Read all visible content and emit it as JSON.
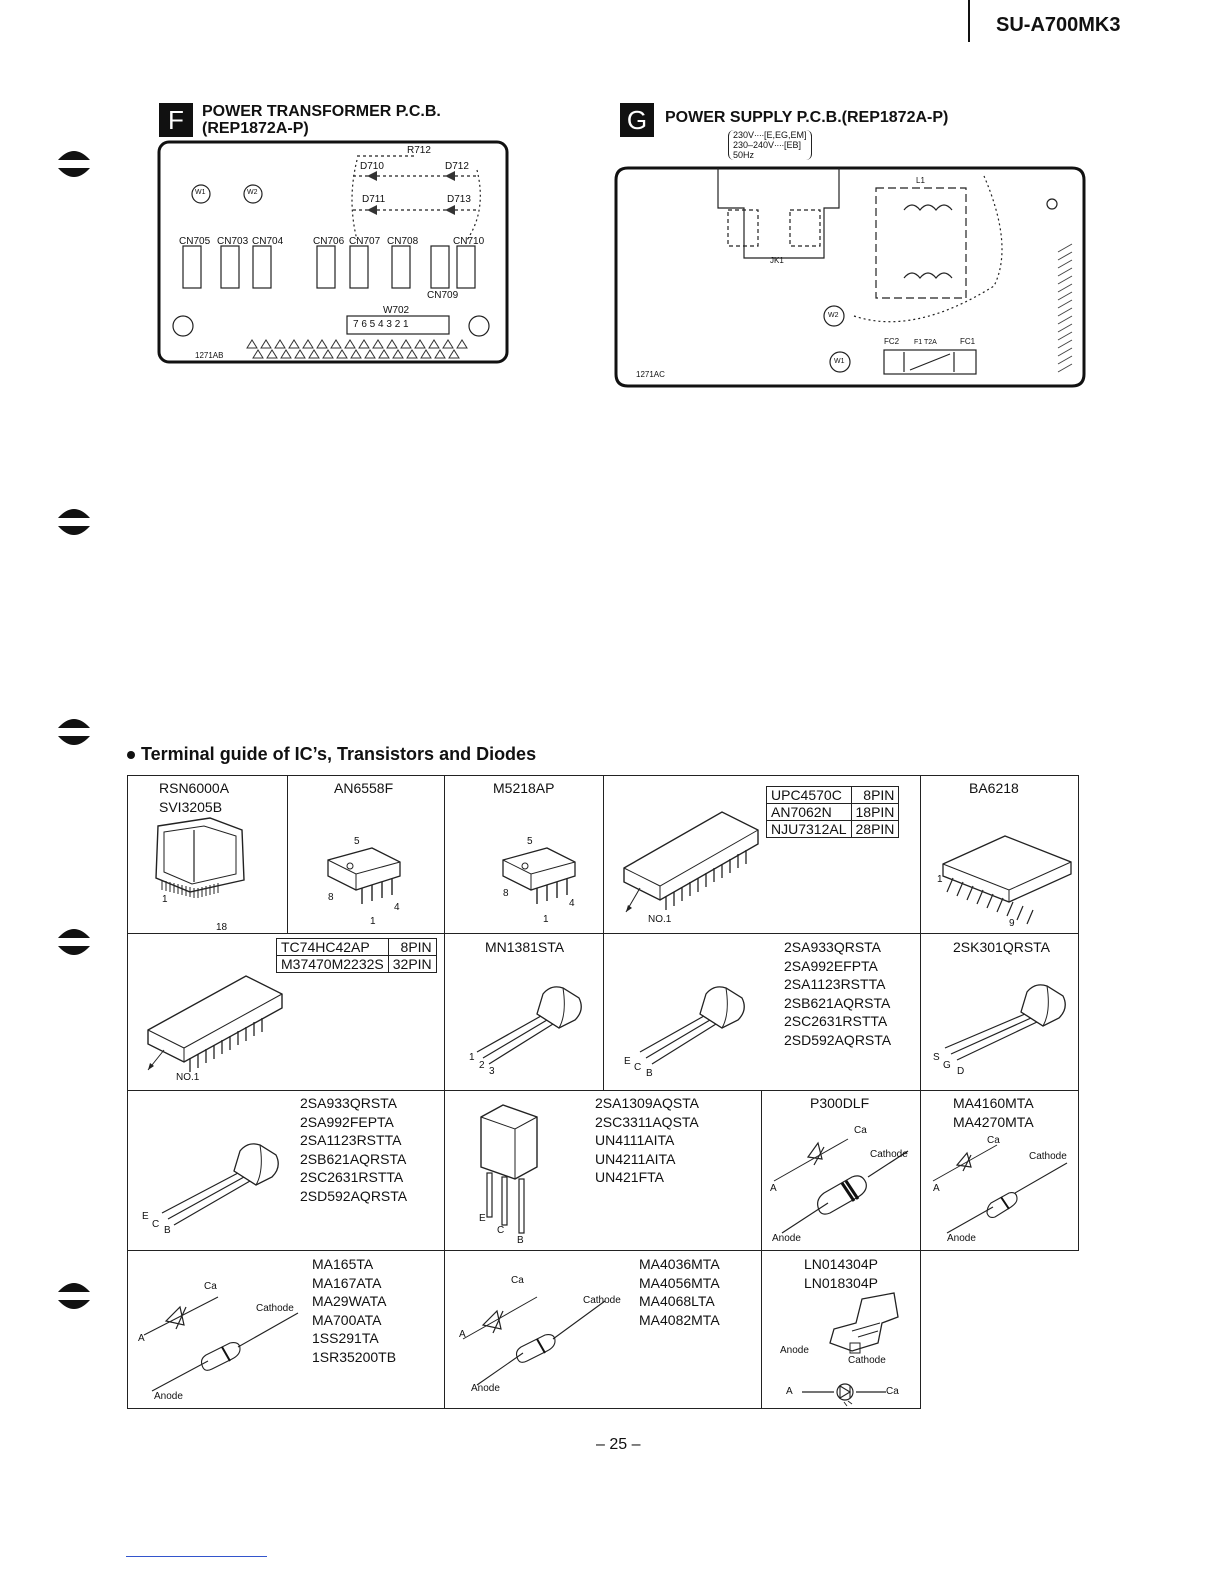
{
  "header": {
    "model": "SU-A700MK3"
  },
  "section_f": {
    "letter": "F",
    "title_line1": "POWER TRANSFORMER P.C.B.",
    "title_line2": "(REP1872A-P)",
    "pcb_code": "1271AB",
    "labels": {
      "r712": "R712",
      "d710": "D710",
      "d712": "D712",
      "d711": "D711",
      "d713": "D713",
      "w1": "W1",
      "w2": "W2",
      "cn705": "CN705",
      "cn703": "CN703",
      "cn704": "CN704",
      "cn706": "CN706",
      "cn707": "CN707",
      "cn708": "CN708",
      "cn710": "CN710",
      "cn709": "CN709",
      "w702": "W702",
      "w702_pins": "7  6  5  4  3  2  1"
    }
  },
  "section_g": {
    "letter": "G",
    "title": "POWER SUPPLY P.C.B.(REP1872A-P)",
    "voltage_lines": [
      "230V∙∙∙∙[E,EG,EM]",
      "230–240V∙∙∙∙[EB]",
      "50Hz"
    ],
    "pcb_code": "1271AC",
    "labels": {
      "l1": "L1",
      "jk1": "JK1",
      "w2": "W2",
      "w1": "W1",
      "fc2": "FC2",
      "f1": "F1 T2A",
      "fc1": "FC1"
    }
  },
  "terminal_guide": {
    "title": "Terminal guide of IC’s, Transistors and Diodes",
    "row1": {
      "c1": {
        "parts": [
          "RSN6000A",
          "SVI3205B"
        ],
        "pin_first": "1",
        "pin_last": "18"
      },
      "c2": {
        "part": "AN6558F",
        "pin_a": "5",
        "pin_b": "8",
        "pin_c": "1",
        "pin_d": "4"
      },
      "c3": {
        "part": "M5218AP",
        "pin_a": "5",
        "pin_b": "8",
        "pin_c": "1",
        "pin_d": "4"
      },
      "c4": {
        "rows": [
          {
            "name": "UPC4570C",
            "pins": "8PIN"
          },
          {
            "name": "AN7062N",
            "pins": "18PIN"
          },
          {
            "name": "NJU7312AL",
            "pins": "28PIN"
          }
        ],
        "no1": "NO.1"
      },
      "c5": {
        "part": "BA6218",
        "pin_first": "1",
        "pin_last": "9"
      }
    },
    "row2": {
      "c1": {
        "rows": [
          {
            "name": "TC74HC42AP",
            "pins": "8PIN"
          },
          {
            "name": "M37470M2232S",
            "pins": "32PIN"
          }
        ],
        "no1": "NO.1"
      },
      "c2": {
        "part": "MN1381STA",
        "pin1": "1",
        "pin2": "2",
        "pin3": "3"
      },
      "c3": {
        "parts": [
          "2SA933QRSTA",
          "2SA992EFPTA",
          "2SA1123RSTTA",
          "2SB621AQRSTA",
          "2SC2631RSTTA",
          "2SD592AQRSTA"
        ],
        "e": "E",
        "c": "C",
        "b": "B"
      },
      "c4": {
        "part": "2SK301QRSTA",
        "s": "S",
        "g": "G",
        "d": "D"
      }
    },
    "row3": {
      "c1": {
        "parts": [
          "2SA933QRSTA",
          "2SA992FEPTA",
          "2SA1123RSTTA",
          "2SB621AQRSTA",
          "2SC2631RSTTA",
          "2SD592AQRSTA"
        ],
        "e": "E",
        "c": "C",
        "b": "B"
      },
      "c2": {
        "parts": [
          "2SA1309AQSTA",
          "2SC3311AQSTA",
          "UN4111AITA",
          "UN4211AITA",
          "UN421FTA"
        ],
        "e": "E",
        "c": "C",
        "b": "B"
      },
      "c3": {
        "part": "P300DLF",
        "ca": "Ca",
        "cathode": "Cathode",
        "a": "A",
        "anode": "Anode"
      },
      "c4": {
        "parts": [
          "MA4160MTA",
          "MA4270MTA"
        ],
        "ca": "Ca",
        "cathode": "Cathode",
        "a": "A",
        "anode": "Anode"
      }
    },
    "row4": {
      "c1": {
        "parts": [
          "MA165TA",
          "MA167ATA",
          "MA29WATA",
          "MA700ATA",
          "1SS291TA",
          "1SR35200TB"
        ],
        "ca": "Ca",
        "cathode": "Cathode",
        "a": "A",
        "anode": "Anode"
      },
      "c2": {
        "parts": [
          "MA4036MTA",
          "MA4056MTA",
          "MA4068LTA",
          "MA4082MTA"
        ],
        "ca": "Ca",
        "cathode": "Cathode",
        "a": "A",
        "anode": "Anode"
      },
      "c3": {
        "parts": [
          "LN014304P",
          "LN018304P"
        ],
        "anode": "Anode",
        "cathode": "Cathode",
        "a": "A",
        "ca": "Ca"
      }
    }
  },
  "footer": {
    "page": "– 25 –"
  }
}
